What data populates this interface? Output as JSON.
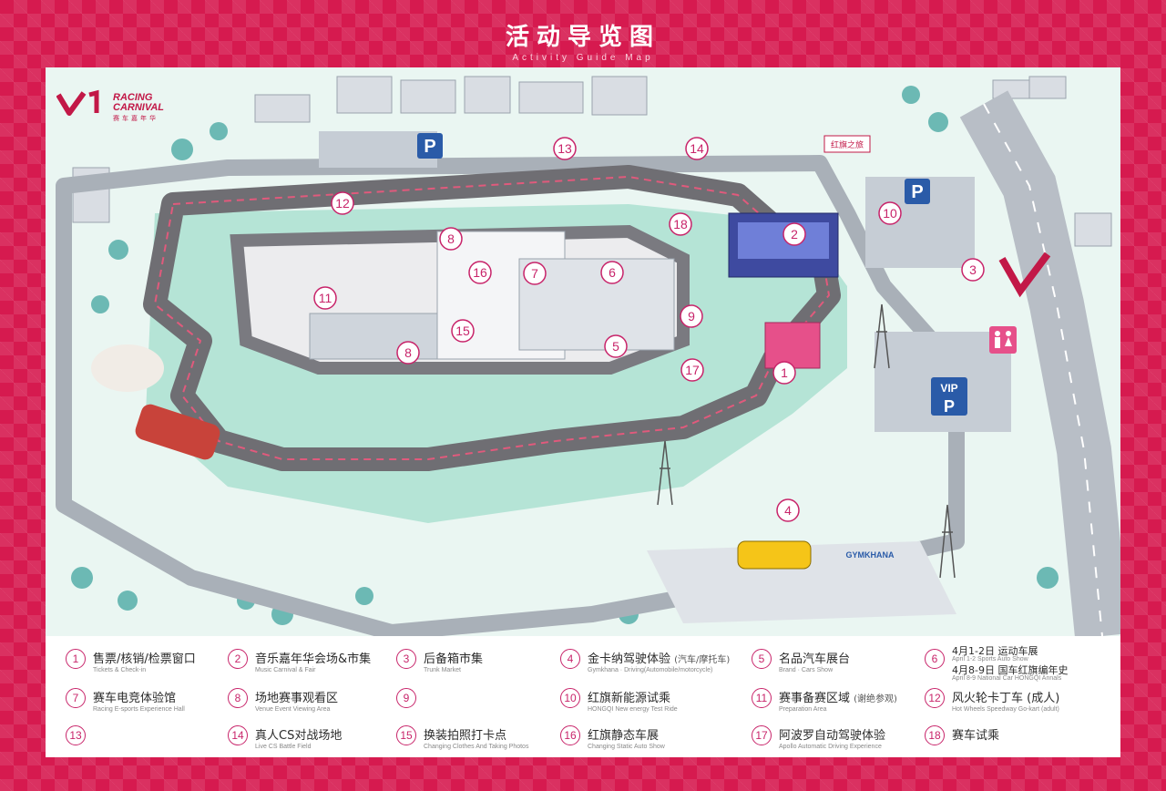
{
  "header": {
    "title": "活动导览图",
    "subtitle": "Activity Guide Map"
  },
  "logo": {
    "line1": "RACING",
    "line2": "CARNIVAL",
    "line3": "赛车嘉年华"
  },
  "map": {
    "markers": [
      {
        "num": "1"
      },
      {
        "num": "2"
      },
      {
        "num": "3"
      },
      {
        "num": "4"
      },
      {
        "num": "5"
      },
      {
        "num": "6"
      },
      {
        "num": "7"
      },
      {
        "num": "8"
      },
      {
        "num": "8"
      },
      {
        "num": "9"
      },
      {
        "num": "10"
      },
      {
        "num": "11"
      },
      {
        "num": "12"
      },
      {
        "num": "13"
      },
      {
        "num": "14"
      },
      {
        "num": "15"
      },
      {
        "num": "16"
      },
      {
        "num": "17"
      },
      {
        "num": "18"
      }
    ],
    "parking_label": "P",
    "vip_label": "VIP",
    "sign_text": "红旗之旅",
    "gymkhana_text": "GYMKHANA"
  },
  "legend": {
    "items": [
      {
        "num": "1",
        "zh": "售票/核销/检票窗口",
        "en": "Tickets & Check-in"
      },
      {
        "num": "2",
        "zh": "音乐嘉年华会场&市集",
        "en": "Music Carnival & Fair"
      },
      {
        "num": "3",
        "zh": "后备箱市集",
        "en": "Trunk Market"
      },
      {
        "num": "4",
        "zh": "金卡纳驾驶体验",
        "zh_small": "(汽车/摩托车)",
        "en": "Gymkhana · Driving(Automobile/motorcycle)"
      },
      {
        "num": "5",
        "zh": "名品汽车展台",
        "en": "Brand · Cars Show"
      },
      {
        "num": "6",
        "zh": "4月1-2日 运动车展",
        "zh2": "4月8-9日 国车红旗编年史",
        "en": "April 1-2 Sports Auto Show",
        "en2": "April 8-9 National Car HONGQI Annals"
      },
      {
        "num": "7",
        "zh": "赛车电竞体验馆",
        "en": "Racing E-sports Experience Hall"
      },
      {
        "num": "8",
        "zh": "场地赛事观看区",
        "en": "Venue Event Viewing Area"
      },
      {
        "num": "9",
        "zh": "",
        "en": ""
      },
      {
        "num": "10",
        "zh": "红旗新能源试乘",
        "en": "HONGQI New energy Test Ride"
      },
      {
        "num": "11",
        "zh": "赛事备赛区域",
        "zh_small": "(谢绝参观)",
        "en": "Preparation Area"
      },
      {
        "num": "12",
        "zh": "风火轮卡丁车 (成人)",
        "en": "Hot Wheels Speedway Go-kart (adult)"
      },
      {
        "num": "13",
        "zh": "",
        "en": ""
      },
      {
        "num": "14",
        "zh": "真人CS对战场地",
        "en": "Live CS Battle Field"
      },
      {
        "num": "15",
        "zh": "换装拍照打卡点",
        "en": "Changing Clothes And Taking Photos"
      },
      {
        "num": "16",
        "zh": "红旗静态车展",
        "en": "Changing Static Auto Show"
      },
      {
        "num": "17",
        "zh": "阿波罗自动驾驶体验",
        "en": "Apollo Automatic Driving Experience"
      },
      {
        "num": "18",
        "zh": "赛车试乘",
        "en": ""
      }
    ]
  },
  "colors": {
    "brand": "#d61a4f",
    "marker": "#c8246a",
    "track": "#6f6e73",
    "grass": "#8fd3c2",
    "lawn": "#b5e4d6",
    "kerb": "#e05a7c"
  }
}
